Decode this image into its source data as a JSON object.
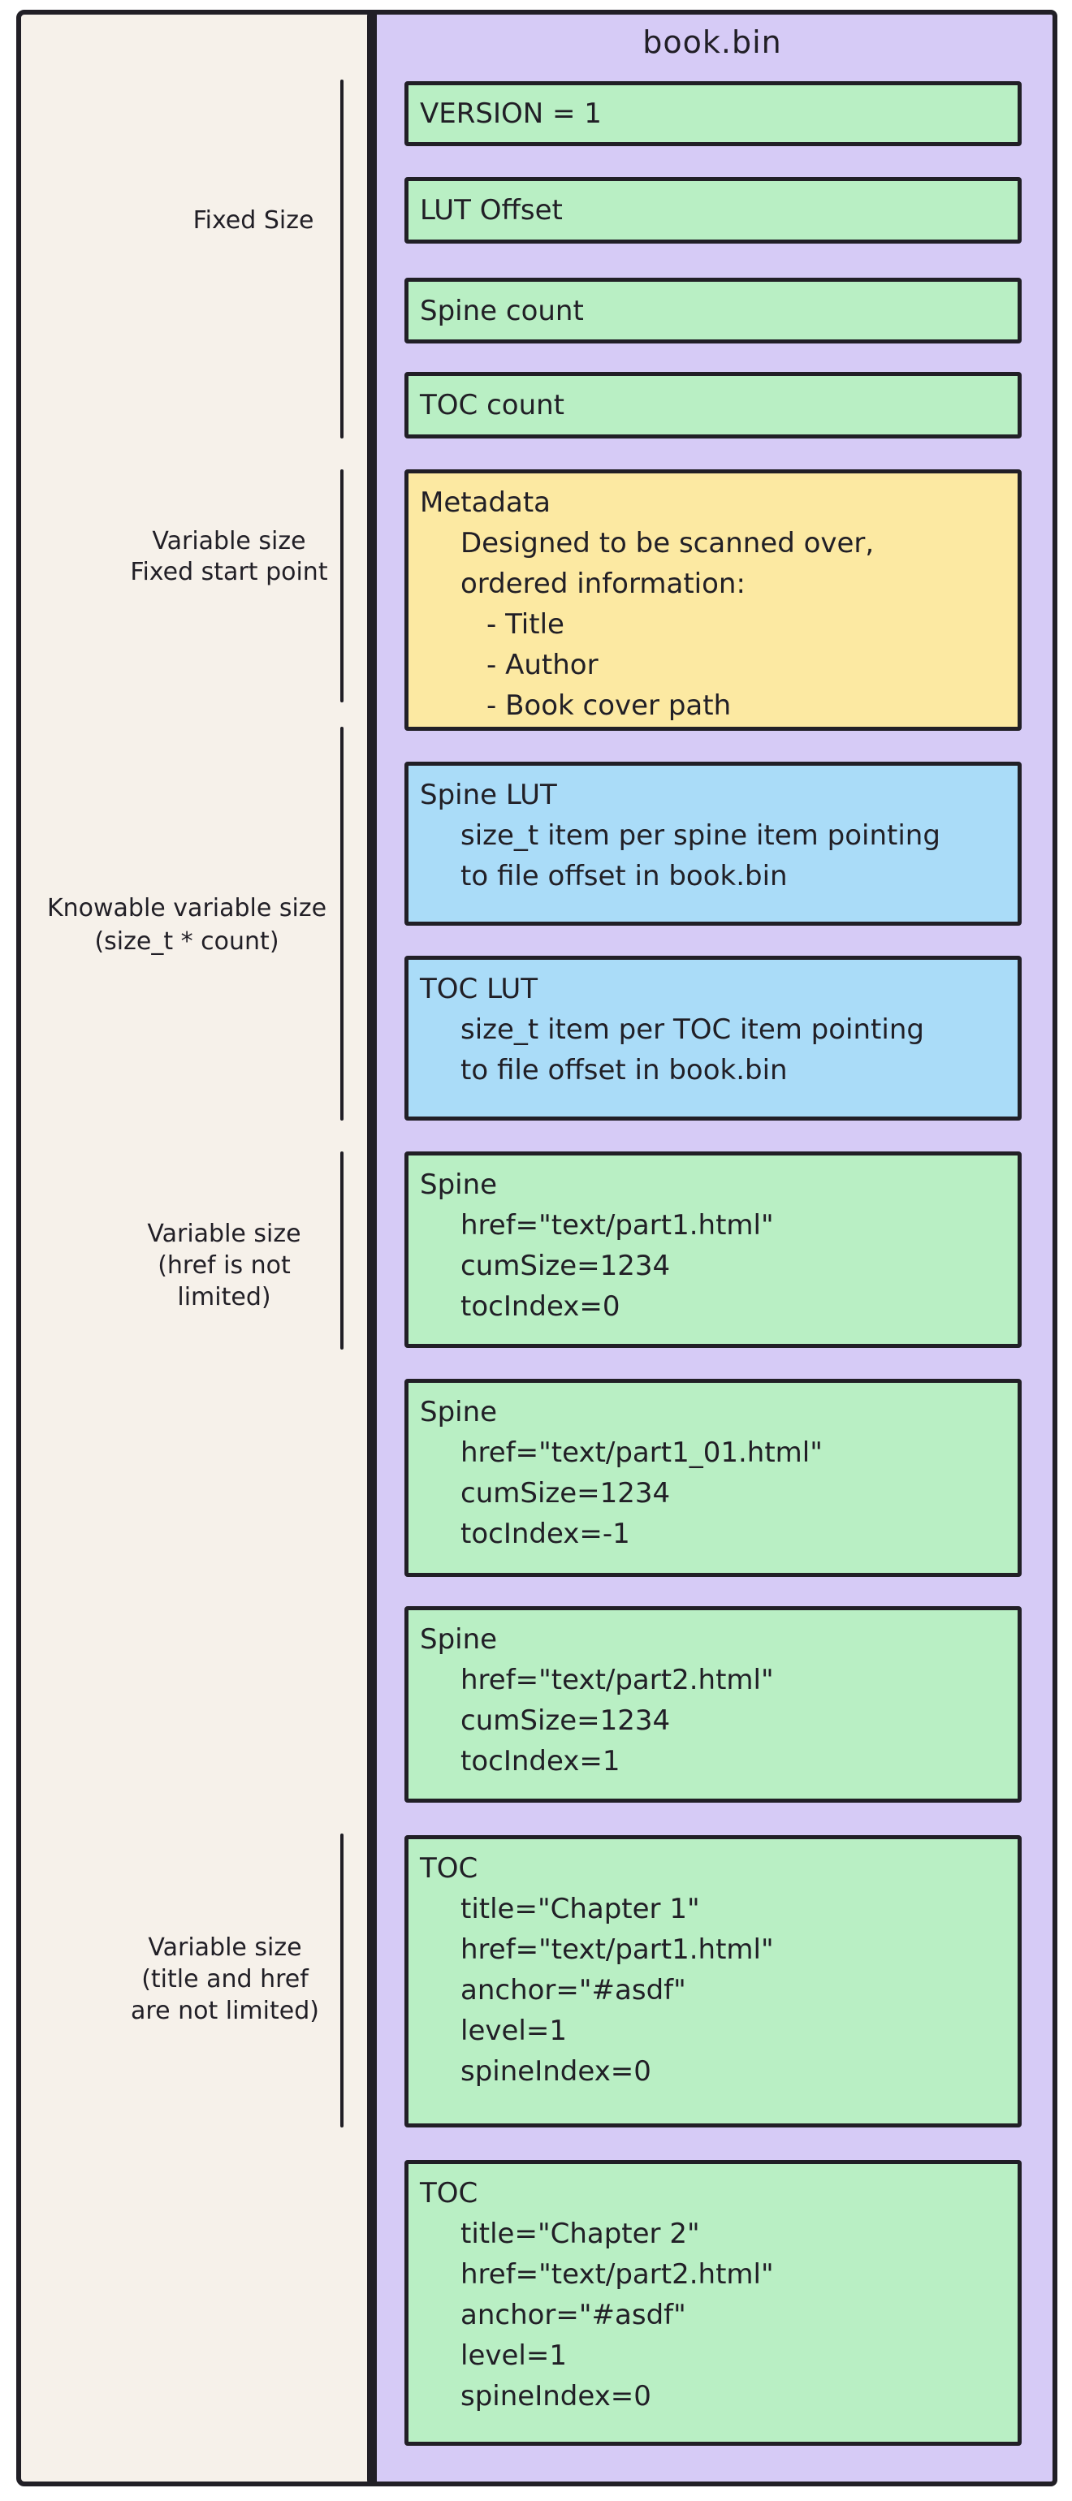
{
  "diagram": {
    "title": "book.bin",
    "colors": {
      "canvas": "#ffffff",
      "frame_bg": "#f6f1ea",
      "panel_bg": "#d6cbf6",
      "green": "#b9efc4",
      "yellow": "#fce9a2",
      "blue": "#aadcf8",
      "stroke": "#211f26"
    },
    "left_labels": [
      {
        "name": "fixed-size",
        "lines": [
          "Fixed Size"
        ]
      },
      {
        "name": "variable-size-fixed-start",
        "lines": [
          "Variable size",
          "Fixed start point"
        ]
      },
      {
        "name": "knowable-variable-size",
        "lines": [
          "Knowable variable size",
          "(size_t * count)"
        ]
      },
      {
        "name": "variable-size-href",
        "lines": [
          "Variable size",
          "(href is not",
          "limited)"
        ]
      },
      {
        "name": "variable-size-title-href",
        "lines": [
          "Variable size",
          "(title and href",
          "are not limited)"
        ]
      }
    ],
    "records": [
      {
        "name": "version",
        "color": "green",
        "lines": [
          {
            "text": "VERSION = 1",
            "indent": 0
          }
        ]
      },
      {
        "name": "lut-offset",
        "color": "green",
        "lines": [
          {
            "text": "LUT Offset",
            "indent": 0
          }
        ]
      },
      {
        "name": "spine-count",
        "color": "green",
        "lines": [
          {
            "text": "Spine count",
            "indent": 0
          }
        ]
      },
      {
        "name": "toc-count",
        "color": "green",
        "lines": [
          {
            "text": "TOC count",
            "indent": 0
          }
        ]
      },
      {
        "name": "metadata",
        "color": "yellow",
        "lines": [
          {
            "text": "Metadata",
            "indent": 0
          },
          {
            "text": "Designed to be scanned over,",
            "indent": 1
          },
          {
            "text": "ordered information:",
            "indent": 1
          },
          {
            "text": "- Title",
            "indent": 2
          },
          {
            "text": "- Author",
            "indent": 2
          },
          {
            "text": "- Book cover path",
            "indent": 2
          }
        ]
      },
      {
        "name": "spine-lut",
        "color": "blue",
        "lines": [
          {
            "text": "Spine LUT",
            "indent": 0
          },
          {
            "text": "size_t item per spine item pointing",
            "indent": 1
          },
          {
            "text": "to file offset in book.bin",
            "indent": 1
          }
        ]
      },
      {
        "name": "toc-lut",
        "color": "blue",
        "lines": [
          {
            "text": "TOC LUT",
            "indent": 0
          },
          {
            "text": "size_t item per TOC item pointing",
            "indent": 1
          },
          {
            "text": "to file offset in book.bin",
            "indent": 1
          }
        ]
      },
      {
        "name": "spine-1",
        "color": "green",
        "lines": [
          {
            "text": "Spine",
            "indent": 0
          },
          {
            "text": "href=\"text/part1.html\"",
            "indent": 1
          },
          {
            "text": "cumSize=1234",
            "indent": 1
          },
          {
            "text": "tocIndex=0",
            "indent": 1
          }
        ]
      },
      {
        "name": "spine-2",
        "color": "green",
        "lines": [
          {
            "text": "Spine",
            "indent": 0
          },
          {
            "text": "href=\"text/part1_01.html\"",
            "indent": 1
          },
          {
            "text": "cumSize=1234",
            "indent": 1
          },
          {
            "text": "tocIndex=-1",
            "indent": 1
          }
        ]
      },
      {
        "name": "spine-3",
        "color": "green",
        "lines": [
          {
            "text": "Spine",
            "indent": 0
          },
          {
            "text": "href=\"text/part2.html\"",
            "indent": 1
          },
          {
            "text": "cumSize=1234",
            "indent": 1
          },
          {
            "text": "tocIndex=1",
            "indent": 1
          }
        ]
      },
      {
        "name": "toc-1",
        "color": "green",
        "lines": [
          {
            "text": "TOC",
            "indent": 0
          },
          {
            "text": "title=\"Chapter 1\"",
            "indent": 1
          },
          {
            "text": "href=\"text/part1.html\"",
            "indent": 1
          },
          {
            "text": "anchor=\"#asdf\"",
            "indent": 1
          },
          {
            "text": "level=1",
            "indent": 1
          },
          {
            "text": "spineIndex=0",
            "indent": 1
          }
        ]
      },
      {
        "name": "toc-2",
        "color": "green",
        "lines": [
          {
            "text": "TOC",
            "indent": 0
          },
          {
            "text": "title=\"Chapter 2\"",
            "indent": 1
          },
          {
            "text": "href=\"text/part2.html\"",
            "indent": 1
          },
          {
            "text": "anchor=\"#asdf\"",
            "indent": 1
          },
          {
            "text": "level=1",
            "indent": 1
          },
          {
            "text": "spineIndex=0",
            "indent": 1
          }
        ]
      }
    ]
  }
}
